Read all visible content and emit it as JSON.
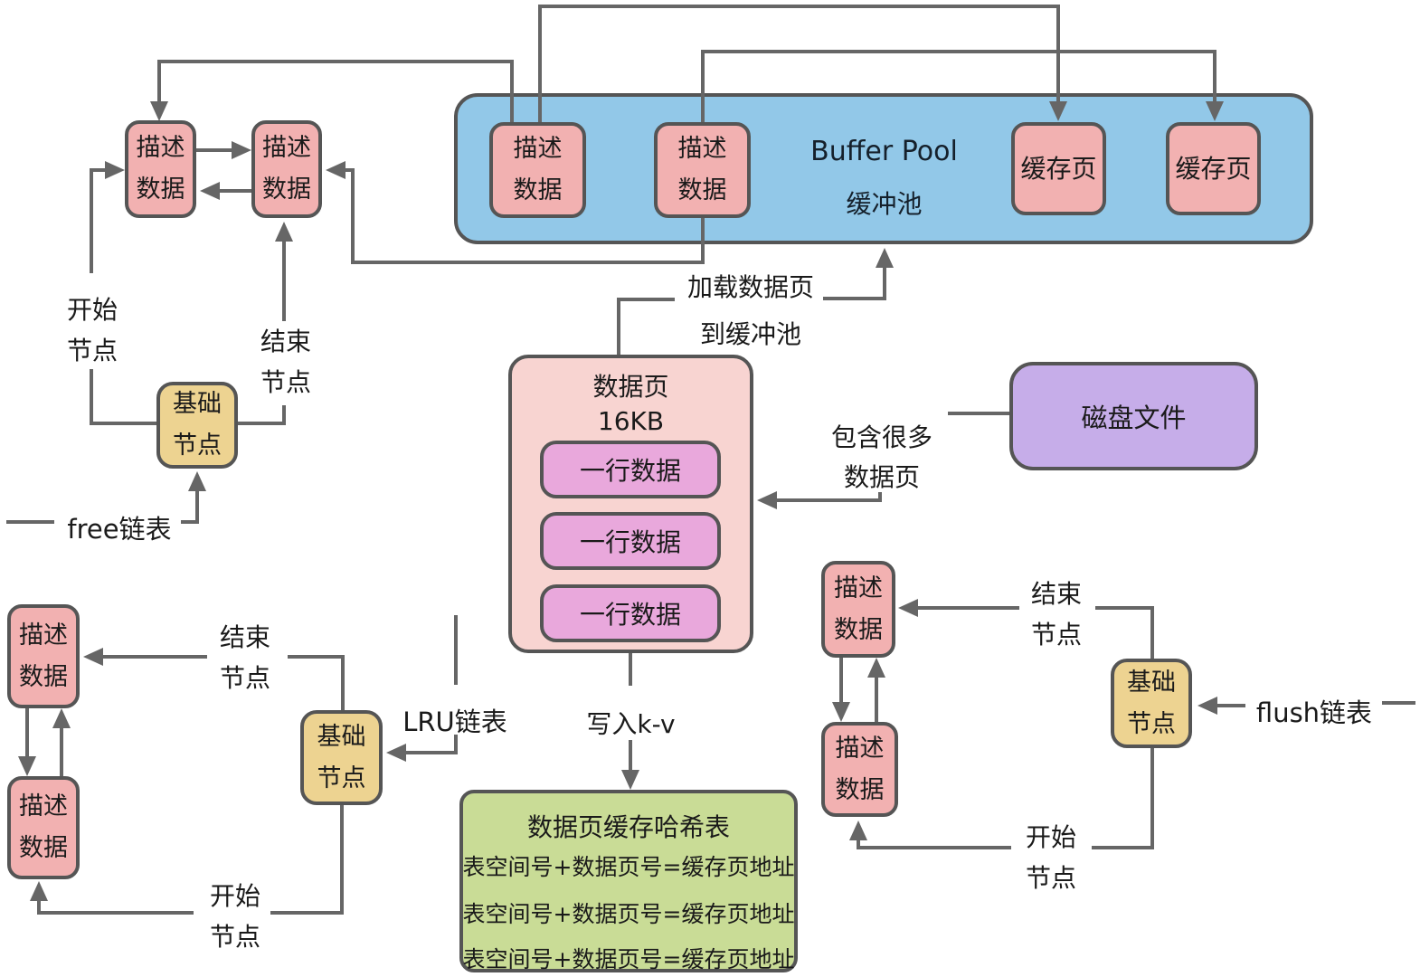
{
  "colors": {
    "node_pink": "#F2B1B1",
    "node_border": "#555555",
    "pool_blue": "#92C8E8",
    "base_yellow": "#EDD391",
    "disk_purple": "#C6ADE9",
    "page_pink": "#F8D4D1",
    "row_orchid": "#E9A8DC",
    "hash_green": "#C9DC96",
    "line_gray": "#666666",
    "text_dark": "#1a1a1a"
  },
  "buffer_pool": {
    "title": "Buffer Pool",
    "subtitle": "缓冲池"
  },
  "node_labels": {
    "desc": {
      "line1": "描述",
      "line2": "数据"
    },
    "base": {
      "line1": "基础",
      "line2": "节点"
    },
    "cache_page": "缓存页"
  },
  "data_page": {
    "title": "数据页",
    "size": "16KB",
    "row_label": "一行数据"
  },
  "disk": {
    "label": "磁盘文件"
  },
  "hash_table": {
    "title": "数据页缓存哈希表",
    "rows": [
      "表空间号+数据页号=缓存页地址",
      "表空间号+数据页号=缓存页地址",
      "表空间号+数据页号=缓存页地址"
    ]
  },
  "annotations": {
    "start_node": {
      "line1": "开始",
      "line2": "节点"
    },
    "end_node": {
      "line1": "结束",
      "line2": "节点"
    },
    "free_list": "free链表",
    "lru_list": "LRU链表",
    "flush_list": "flush链表",
    "load_to_pool": {
      "line1": "加载数据页",
      "line2": "到缓冲池"
    },
    "contains_many": {
      "line1": "包含很多",
      "line2": "数据页"
    },
    "write_kv": "写入k-v"
  }
}
